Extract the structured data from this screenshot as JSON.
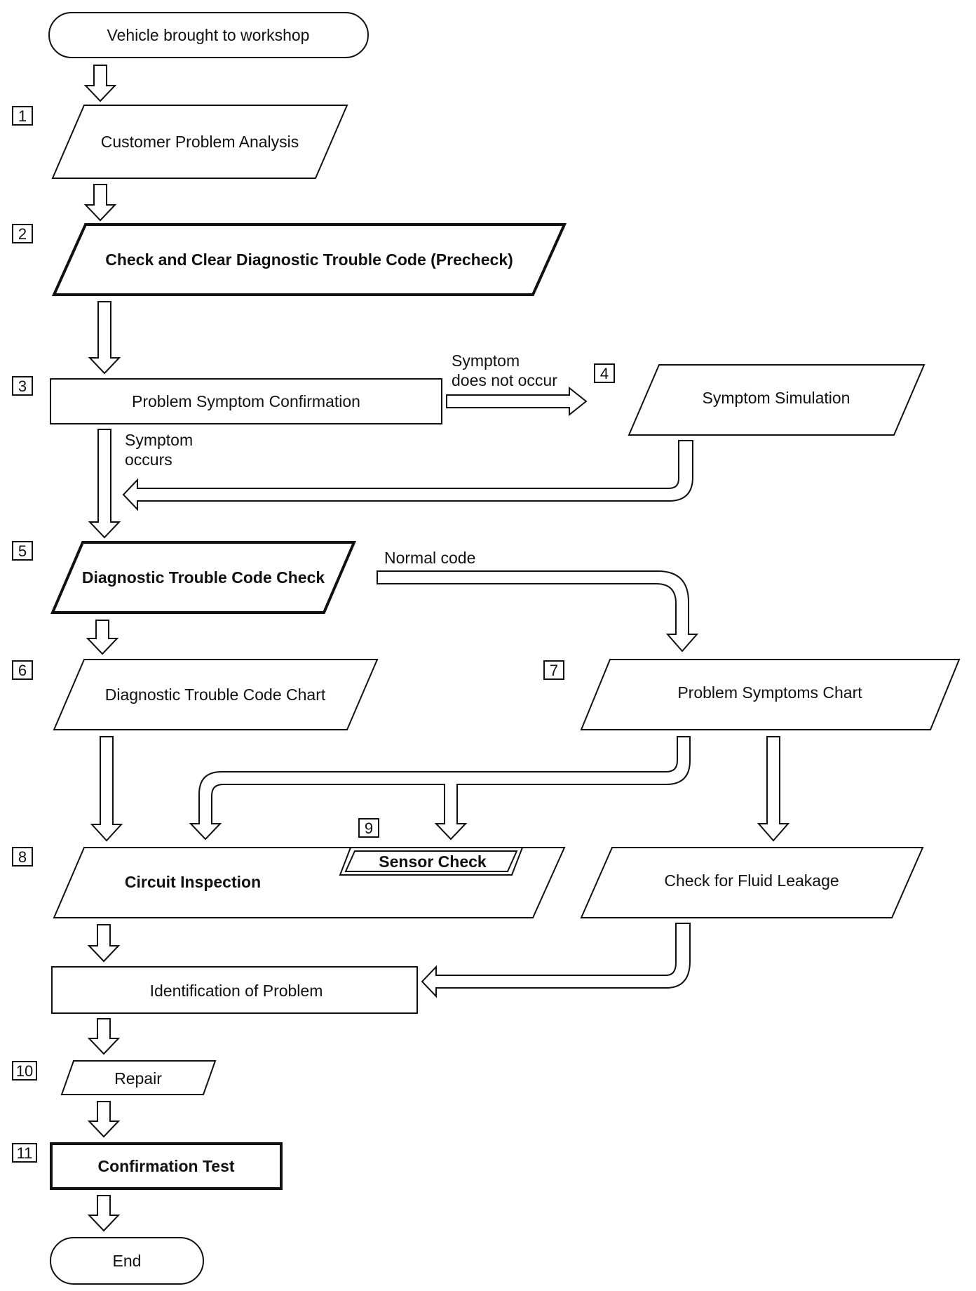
{
  "nodes": {
    "start": "Vehicle brought to workshop",
    "customer_analysis": "Customer Problem Analysis",
    "check_clear_dtc": "Check and Clear Diagnostic Trouble Code (Precheck)",
    "symptom_confirmation": "Problem Symptom Confirmation",
    "symptom_simulation": "Symptom Simulation",
    "dtc_check": "Diagnostic Trouble Code Check",
    "dtc_chart": "Diagnostic Trouble Code Chart",
    "symptoms_chart": "Problem Symptoms Chart",
    "circuit_inspection": "Circuit Inspection",
    "sensor_check": "Sensor Check",
    "fluid_leakage": "Check for Fluid Leakage",
    "identification": "Identification of Problem",
    "repair": "Repair",
    "confirmation_test": "Confirmation Test",
    "end": "End"
  },
  "step_numbers": {
    "s1": "1",
    "s2": "2",
    "s3": "3",
    "s4": "4",
    "s5": "5",
    "s6": "6",
    "s7": "7",
    "s8": "8",
    "s9": "9",
    "s10": "10",
    "s11": "11"
  },
  "edge_labels": {
    "not_occur_1": "Symptom",
    "not_occur_2": "does not occur",
    "occurs_1": "Symptom",
    "occurs_2": "occurs",
    "normal_code": "Normal code"
  }
}
